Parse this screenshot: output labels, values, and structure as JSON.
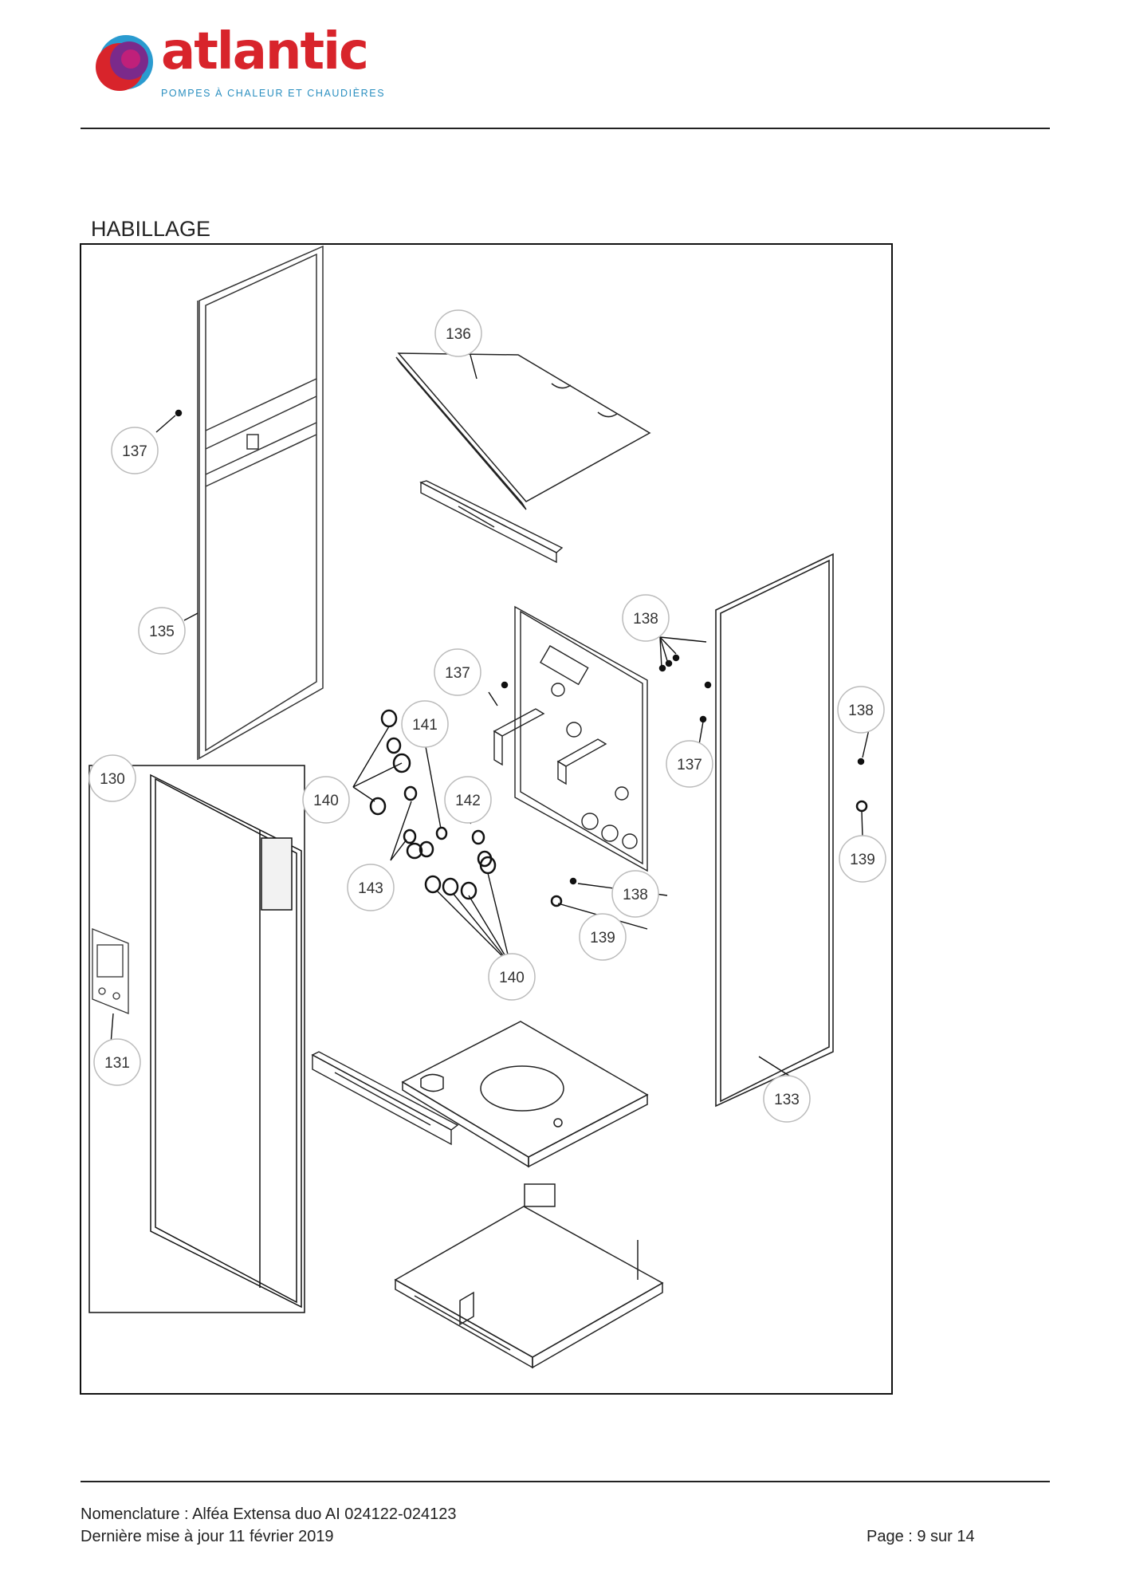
{
  "header": {
    "brand": "atlantic",
    "tagline": "POMPES À CHALEUR ET CHAUDIÈRES",
    "colors": {
      "brand_red": "#d8242b",
      "tagline_blue": "#2a8fc0",
      "swirl_purple": "#7b2a8b"
    }
  },
  "section": {
    "title": "HABILLAGE"
  },
  "diagram": {
    "callouts": [
      "136",
      "137",
      "135",
      "138",
      "137",
      "141",
      "138",
      "137",
      "130",
      "140",
      "142",
      "139",
      "143",
      "138",
      "139",
      "140",
      "131",
      "133"
    ]
  },
  "footer": {
    "line1": "Nomenclature : Alféa Extensa duo AI 024122-024123",
    "line2": "Dernière mise à jour 11 février 2019",
    "page": "Page : 9 sur 14"
  }
}
